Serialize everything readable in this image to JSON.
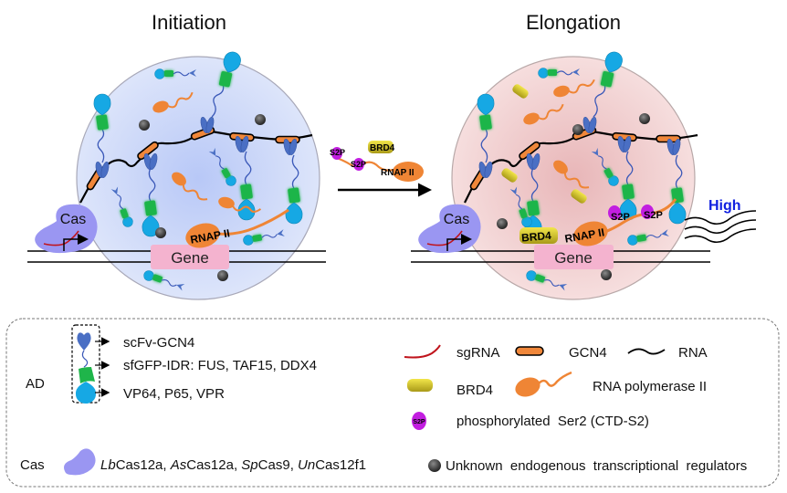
{
  "titles": {
    "initiation": "Initiation",
    "elongation": "Elongation"
  },
  "panels": {
    "initiation": {
      "cas_label": "Cas",
      "gene_label": "Gene",
      "rnap_label": "RNAP II"
    },
    "transition": {
      "s2p_label": "S2P",
      "brd4_label": "BRD4",
      "rnap_label": "RNAP II"
    },
    "elongation": {
      "cas_label": "Cas",
      "gene_label": "Gene",
      "rnap_label": "RNAP II",
      "brd4_label": "BRD4",
      "s2p_label": "S2P",
      "output_label": "High"
    }
  },
  "legend": {
    "ad_label": "AD",
    "ad_items": [
      {
        "icon": "scfv-icon",
        "label": "scFv-GCN4"
      },
      {
        "icon": "sfgfp-idr-icon",
        "label": "sfGFP-IDR: FUS, TAF15, DDX4"
      },
      {
        "icon": "activator-icon",
        "label": "VP64, P65, VPR"
      }
    ],
    "cas_label": "Cas",
    "cas_variants": [
      {
        "prefix": "Lb",
        "suffix": "Cas12a"
      },
      {
        "prefix": "As",
        "suffix": "Cas12a"
      },
      {
        "prefix": "Sp",
        "suffix": "Cas9"
      },
      {
        "prefix": "Un",
        "suffix": "Cas12f1"
      }
    ],
    "separator": ", ",
    "right_items": {
      "sgrna": "sgRNA",
      "gcn4": "GCN4",
      "rna": "RNA",
      "brd4": "BRD4",
      "rnap": "RNA polymerase II",
      "s2p_badge": "S2P",
      "s2p": "phosphorylated  Ser2 (CTD-S2)",
      "unknown": "Unknown  endogenous  transcriptional  regulators"
    }
  },
  "colors": {
    "condensate_initiation": "#c9d6f7",
    "condensate_elongation": "#f0cfcf",
    "cas": "#9a96f2",
    "gcn4": "#f0873a",
    "scfv": "#4a6fc4",
    "sfgfp": "#1fb54a",
    "activator": "#16a8e4",
    "rnap": "#ef8535",
    "brd4": "#d9cb2e",
    "s2p": "#c21ee0",
    "gene": "#f4b3cf",
    "sgrna": "#c0141c",
    "unknown": "#404040",
    "high": "#1020e0"
  }
}
